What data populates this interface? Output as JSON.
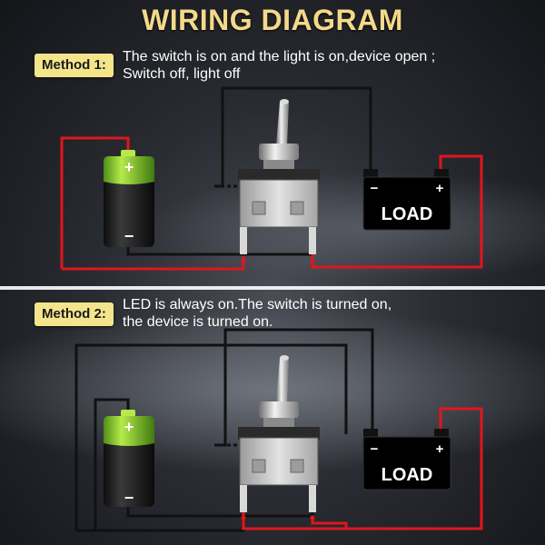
{
  "title": "WIRING DIAGRAM",
  "methods": [
    {
      "badge": "Method 1:",
      "line1": "The switch is on and the light is on,device open ;",
      "line2": "Switch off, light off"
    },
    {
      "badge": "Method 2:",
      "line1": "LED is always on.The switch is turned on,",
      "line2": "the device is turned on."
    }
  ],
  "load": {
    "label": "LOAD",
    "minus": "−",
    "plus": "+"
  },
  "battery": {
    "plus": "+",
    "minus": "−"
  },
  "colors": {
    "title": "#f3d98a",
    "badge_bg": "#f4e58c",
    "wire_red": "#e0161c",
    "wire_black": "#111111",
    "battery_green": "#8ccf2e",
    "load_box": "#000000"
  }
}
